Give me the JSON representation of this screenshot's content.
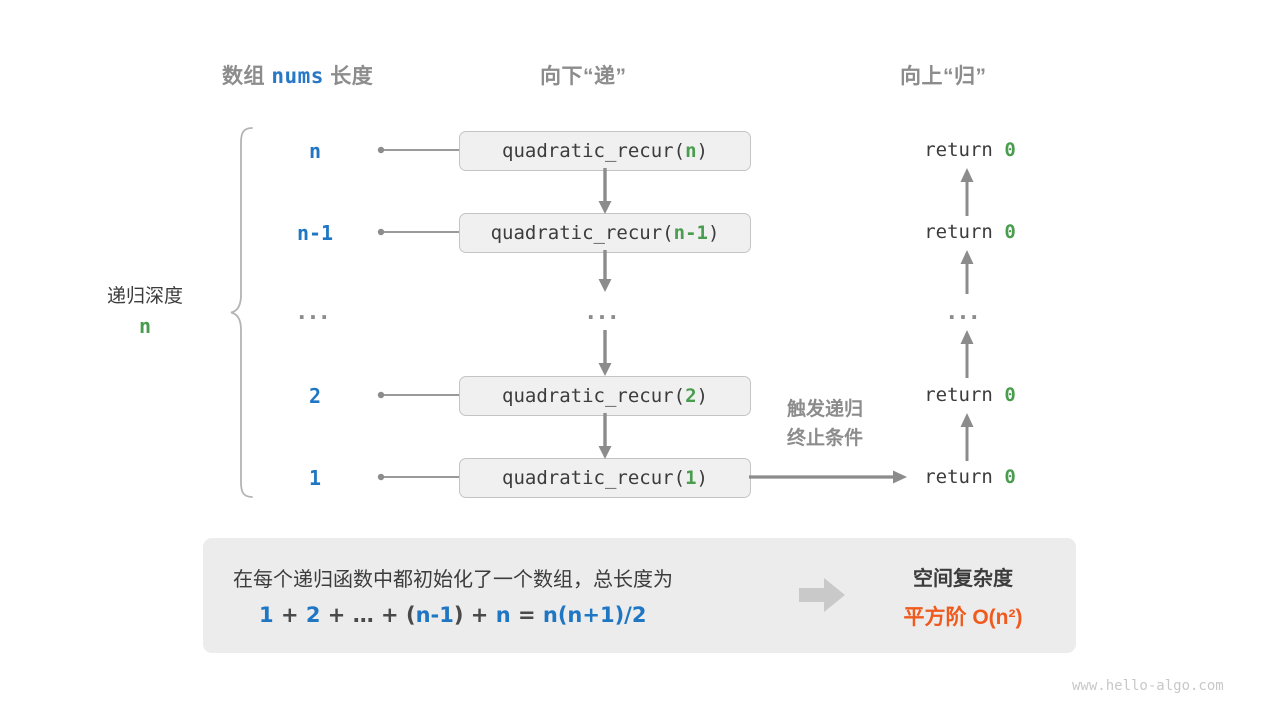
{
  "headers": {
    "array": {
      "prefix": "数组",
      "code": "nums",
      "suffix": "长度"
    },
    "down": "向下“递”",
    "up": "向上“归”"
  },
  "depth": {
    "label": "递归深度",
    "value": "n"
  },
  "rows": [
    {
      "size": "n",
      "call_prefix": "quadratic_recur(",
      "call_arg": "n",
      "call_suffix": ")",
      "ret_label": "return",
      "ret_value": "0"
    },
    {
      "size": "n-1",
      "call_prefix": "quadratic_recur(",
      "call_arg": "n-1",
      "call_suffix": ")",
      "ret_label": "return",
      "ret_value": "0"
    },
    {
      "size": "...",
      "call_prefix": "...",
      "call_arg": "",
      "call_suffix": "",
      "ret_label": "...",
      "ret_value": ""
    },
    {
      "size": "2",
      "call_prefix": "quadratic_recur(",
      "call_arg": "2",
      "call_suffix": ")",
      "ret_label": "return",
      "ret_value": "0"
    },
    {
      "size": "1",
      "call_prefix": "quadratic_recur(",
      "call_arg": "1",
      "call_suffix": ")",
      "ret_label": "return",
      "ret_value": "0"
    }
  ],
  "trigger_note": {
    "line1": "触发递归",
    "line2": "终止条件"
  },
  "summary": {
    "text": "在每个递归函数中都初始化了一个数组，总长度为",
    "formula": {
      "t1": "1",
      "o1": "+",
      "t2": "2",
      "o2": "+",
      "t3": "…",
      "o3": "+",
      "p1": "(",
      "t4": "n-1",
      "p2": ")",
      "o4": "+",
      "t5": "n",
      "eq": "=",
      "t6": "n(n+1)/2"
    },
    "title": "空间复杂度",
    "complexity": "平方阶 O(n²)"
  },
  "watermark": "www.hello-algo.com",
  "colors": {
    "blue": "#1f77c4",
    "green": "#4a9c4e",
    "orange": "#ef5a1e",
    "gray": "#8c8c8c",
    "dark": "#3c3c3c",
    "box_bg": "#f0f0f0",
    "panel_bg": "#ececec"
  }
}
